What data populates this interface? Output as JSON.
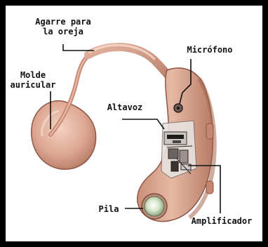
{
  "labels": {
    "ear_hook": [
      "Agarre para",
      "la oreja"
    ],
    "ear_mold": [
      "Molde",
      "auricular"
    ],
    "microphone": "Micrófono",
    "speaker": "Altavoz",
    "battery": "Pila",
    "amplifier": "Amplificador"
  },
  "colors": {
    "frame": "#000000",
    "background": "#ffffff",
    "skin": "#d9a48c",
    "skin_dark": "#b27460",
    "leader_line": "#111111"
  }
}
